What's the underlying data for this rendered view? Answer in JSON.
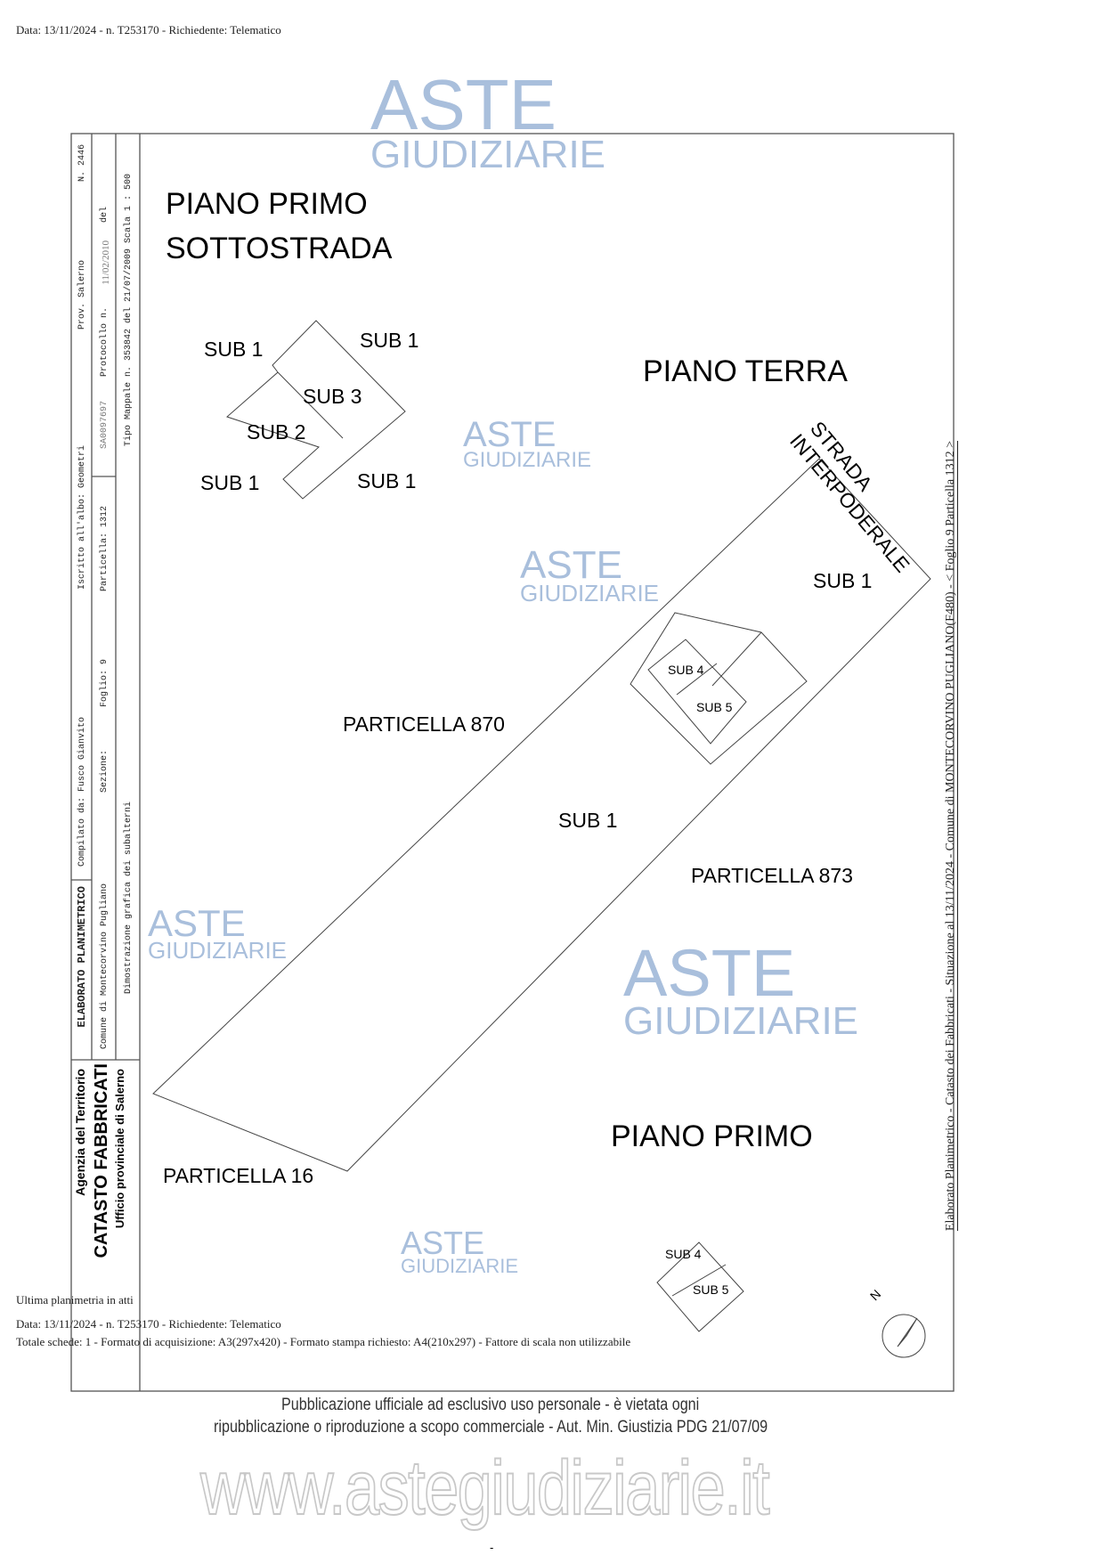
{
  "header": {
    "line": "Data: 13/11/2024 - n. T253170 - Richiedente: Telematico"
  },
  "title_block": {
    "doc_type": "ELABORATO PLANIMETRICO",
    "compilato": "Compilato da: Fusco Gianvito",
    "iscritto": "Iscritto all'albo: Geometri",
    "prov": "Prov. Salerno",
    "numero": "N. 2446",
    "comune": "Comune di Montecorvino Pugliano",
    "sezione": "Sezione:",
    "foglio": "Foglio: 9",
    "particella": "Particella: 1312",
    "protocollo": "Protocollo n.",
    "protocollo_num": "SA0097697",
    "protocollo_del": "del",
    "protocollo_date": "11/02/2010",
    "dimostrazione": "Dimostrazione grafica dei subalterni",
    "tipo_mappale": "Tipo Mappale n. 353842   del 21/07/2009   Scala 1 : 500",
    "agenzia": "Agenzia del Territorio",
    "catasto": "CATASTO FABBRICATI",
    "ufficio": "Ufficio provinciale di  Salerno"
  },
  "side_note": "Elaborato Planimetrico - Catasto dei Fabbricati - Situazione al 13/11/2024 - Comune di MONTECORVINO PUGLIANO(F480) - < Foglio 9 Particella 1312 >",
  "plan": {
    "piano_primo_sottostrada": [
      "PIANO PRIMO",
      "SOTTOSTRADA"
    ],
    "piano_terra": "PIANO TERRA",
    "piano_primo": "PIANO PRIMO",
    "strada": [
      "STRADA",
      "INTERPODERALE"
    ],
    "labels": {
      "sub1_a": "SUB 1",
      "sub1_b": "SUB 1",
      "sub3": "SUB 3",
      "sub2": "SUB 2",
      "sub1_c": "SUB 1",
      "sub1_d": "SUB 1",
      "sub1_e": "SUB 1",
      "sub4_a": "SUB 4",
      "sub5_a": "SUB 5",
      "sub1_f": "SUB 1",
      "sub4_b": "SUB 4",
      "sub5_b": "SUB 5",
      "particella_870": "PARTICELLA 870",
      "particella_873": "PARTICELLA 873",
      "particella_16": "PARTICELLA 16"
    },
    "north": "N"
  },
  "watermarks": {
    "logo_top": "ASTE",
    "logo_bottom": "GIUDIZIARIE",
    "site": "www.astegiudiziarie.it",
    "color": "#a9bfdc"
  },
  "footer": {
    "ultima": "Ultima planimetria in atti",
    "data": "Data: 13/11/2024 - n. T253170 - Richiedente: Telematico",
    "totale": "Totale schede: 1 - Formato di acquisizione: A3(297x420) - Formato stampa richiesto: A4(210x297) - Fattore di scala non utilizzabile",
    "pub_line1": "Pubblicazione ufficiale ad esclusivo uso personale - è vietata ogni",
    "pub_line2": "ripubblicazione o riproduzione a scopo commerciale - Aut. Min. Giustizia PDG 21/07/09",
    "dash": "-"
  }
}
